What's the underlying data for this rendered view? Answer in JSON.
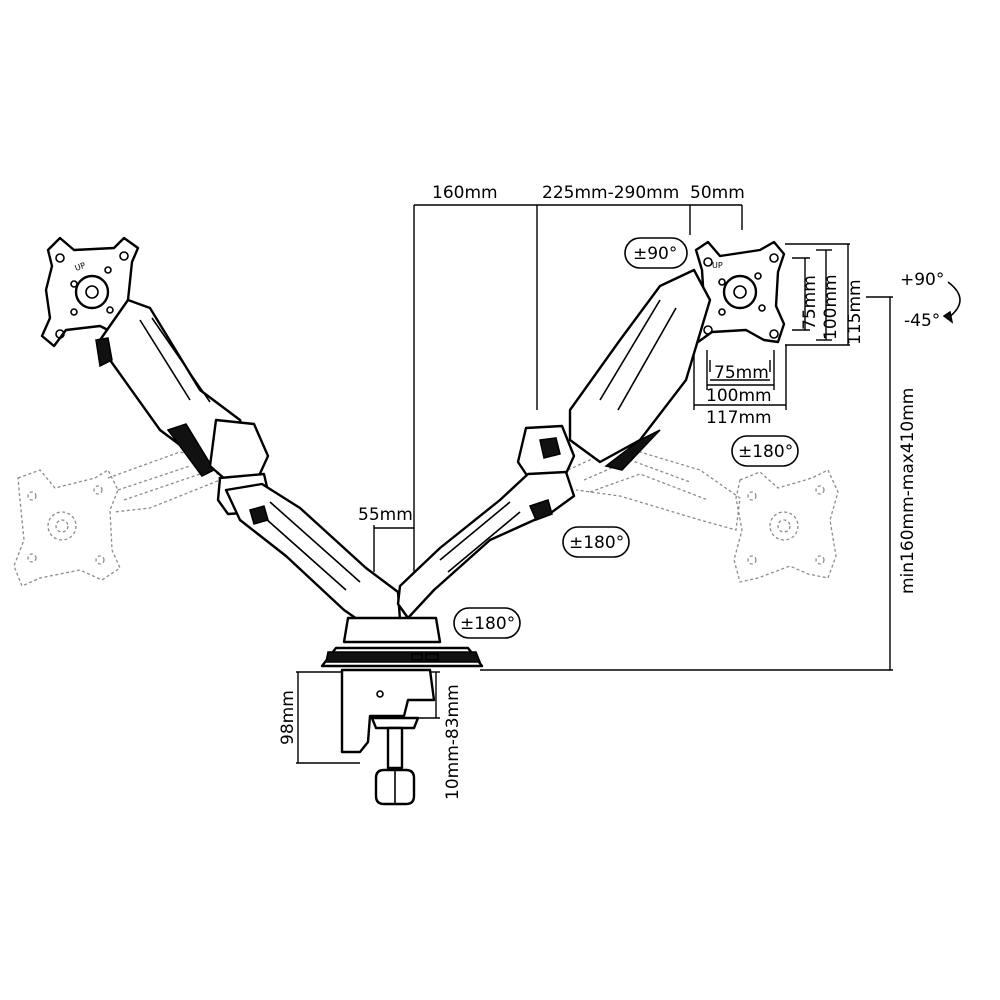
{
  "labels": {
    "arm_offset": "160mm",
    "arm_length": "225mm-290mm",
    "plate_offset": "50mm",
    "pole_width": "55mm",
    "vesa_small_h": "75mm",
    "vesa_large_h": "100mm",
    "plate_height": "115mm",
    "vesa_small_w": "75mm",
    "vesa_large_w": "100mm",
    "plate_width": "117mm",
    "height_range": "min160mm-max410mm",
    "clamp_height": "98mm",
    "desk_thickness": "10mm-83mm",
    "tilt_up": "+90°",
    "tilt_down": "-45°"
  },
  "rotation_badges": {
    "head_rotation": "±90°",
    "head_swivel": "±180°",
    "arm_swivel": "±180°",
    "base_swivel": "±180°"
  },
  "plate_mark": "UP",
  "colors": {
    "ink": "#000000",
    "ghost": "#8c8c8c",
    "background": "#ffffff"
  }
}
